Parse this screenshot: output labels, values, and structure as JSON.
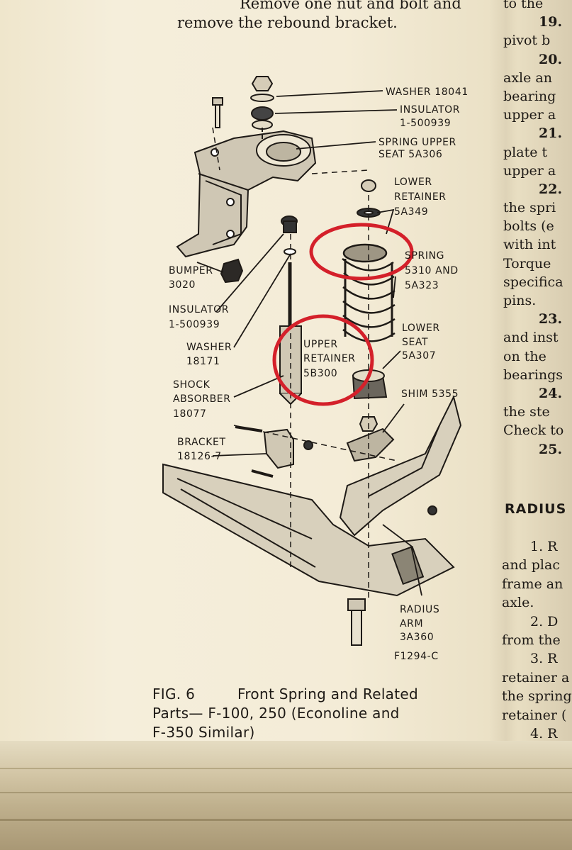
{
  "top_text": "Remove one nut and bolt and remove the rebound bracket.",
  "right_column_lines": [
    {
      "num": "",
      "text": "to the"
    },
    {
      "num": "19.",
      "text": ""
    },
    {
      "num": "",
      "text": "pivot b"
    },
    {
      "num": "20.",
      "text": ""
    },
    {
      "num": "",
      "text": "axle an"
    },
    {
      "num": "",
      "text": "bearing"
    },
    {
      "num": "",
      "text": "upper a"
    },
    {
      "num": "21.",
      "text": ""
    },
    {
      "num": "",
      "text": "plate t"
    },
    {
      "num": "",
      "text": "upper a"
    },
    {
      "num": "22.",
      "text": ""
    },
    {
      "num": "",
      "text": "the spri"
    },
    {
      "num": "",
      "text": "bolts (e"
    },
    {
      "num": "",
      "text": "with int"
    },
    {
      "num": "",
      "text": "Torque"
    },
    {
      "num": "",
      "text": "specifica"
    },
    {
      "num": "",
      "text": "pins."
    },
    {
      "num": "23.",
      "text": ""
    },
    {
      "num": "",
      "text": "and inst"
    },
    {
      "num": "",
      "text": "on the"
    },
    {
      "num": "",
      "text": "bearings"
    },
    {
      "num": "24.",
      "text": ""
    },
    {
      "num": "",
      "text": "the ste"
    },
    {
      "num": "",
      "text": "Check to"
    },
    {
      "num": "25.",
      "text": ""
    }
  ],
  "radius_heading": "RADIUS",
  "right_column_lines_2": [
    "1. R",
    "and plac",
    "frame an",
    "axle.",
    "2. D",
    "from the",
    "3. R",
    "retainer a",
    "the spring",
    "retainer (",
    "4. R"
  ],
  "labels": {
    "washer_18041": "WASHER 18041",
    "insulator_a": "INSULATOR",
    "insulator_a_num": "1-500939",
    "spring_upper_seat": "SPRING UPPER",
    "spring_upper_seat_num": "SEAT 5A306",
    "lower_retainer": "LOWER",
    "lower_retainer_2": "RETAINER",
    "lower_retainer_num": "5A349",
    "spring": "SPRING",
    "spring_2": "5310 AND",
    "spring_num": "5A323",
    "bumper": "BUMPER",
    "bumper_num": "3020",
    "insulator_b": "INSULATOR",
    "insulator_b_num": "1-500939",
    "washer_18171": "WASHER",
    "washer_18171_num": "18171",
    "upper_retainer": "UPPER",
    "upper_retainer_2": "RETAINER",
    "upper_retainer_num": "5B300",
    "lower_seat": "LOWER",
    "lower_seat_2": "SEAT",
    "lower_seat_num": "5A307",
    "shock_absorber": "SHOCK",
    "shock_absorber_2": "ABSORBER",
    "shock_absorber_num": "18077",
    "shim": "SHIM 5355",
    "bracket": "BRACKET",
    "bracket_num": "18126-7",
    "radius_arm": "RADIUS",
    "radius_arm_2": "ARM",
    "radius_arm_num": "3A360",
    "fig_code": "F1294-C"
  },
  "caption": {
    "fig": "FIG. 6",
    "line1": "Front Spring and Related",
    "line2": "Parts— F-100, 250 (Econoline and",
    "line3": "F-350 Similar)"
  },
  "colors": {
    "paper": "#f3ecd6",
    "ink": "#1e1a16",
    "annotation_circle": "#d4202a"
  }
}
